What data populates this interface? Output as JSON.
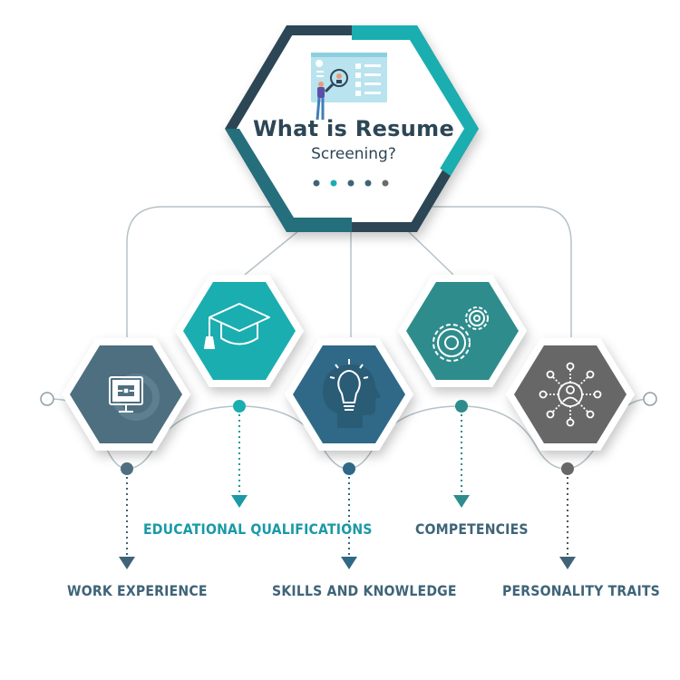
{
  "title": {
    "line1": "What is Resume",
    "line2": "Screening?"
  },
  "colors": {
    "teal": "#1aaeb0",
    "slate": "#4e6f7f",
    "blue": "#2f6987",
    "green_teal": "#2f8c8c",
    "gray": "#676767",
    "dark_text": "#2d4656",
    "label_teal": "#1a9aa6",
    "label_dark": "#3f6478"
  },
  "items": [
    {
      "label": "WORK EXPERIENCE",
      "icon": "briefcase-globe-icon",
      "color": "slate"
    },
    {
      "label": "EDUCATIONAL QUALIFICATIONS",
      "icon": "graduation-cap-icon",
      "color": "teal"
    },
    {
      "label": "SKILLS AND KNOWLEDGE",
      "icon": "lightbulb-head-icon",
      "color": "blue"
    },
    {
      "label": "COMPETENCIES",
      "icon": "gears-icon",
      "color": "green_teal"
    },
    {
      "label": "PERSONALITY TRAITS",
      "icon": "person-network-icon",
      "color": "gray"
    }
  ]
}
